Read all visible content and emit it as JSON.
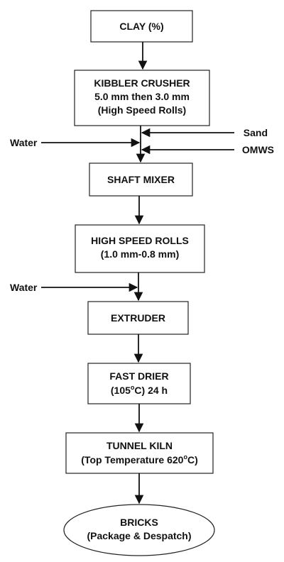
{
  "nodes": {
    "clay": {
      "line1": "CLAY (%)"
    },
    "kibbler": {
      "line1": "KIBBLER CRUSHER",
      "line2": "5.0 mm then 3.0 mm",
      "line3": "(High Speed Rolls)"
    },
    "shaft_mixer": {
      "line1": "SHAFT MIXER"
    },
    "rolls": {
      "line1": "HIGH SPEED ROLLS",
      "line2": "(1.0 mm-0.8 mm)"
    },
    "extruder": {
      "line1": "EXTRUDER"
    },
    "drier": {
      "line1": "FAST DRIER",
      "line2_pre": "(105",
      "line2_sup": "o",
      "line2_post": "C) 24 h"
    },
    "kiln": {
      "line1": "TUNNEL KILN",
      "line2_pre": "(Top Temperature 620",
      "line2_sup": "o",
      "line2_post": "C)"
    },
    "bricks": {
      "line1": "BRICKS",
      "line2": "(Package & Despatch)"
    }
  },
  "inputs": {
    "water_1": "Water",
    "sand": "Sand",
    "omws": "OMWS",
    "water_2": "Water"
  }
}
